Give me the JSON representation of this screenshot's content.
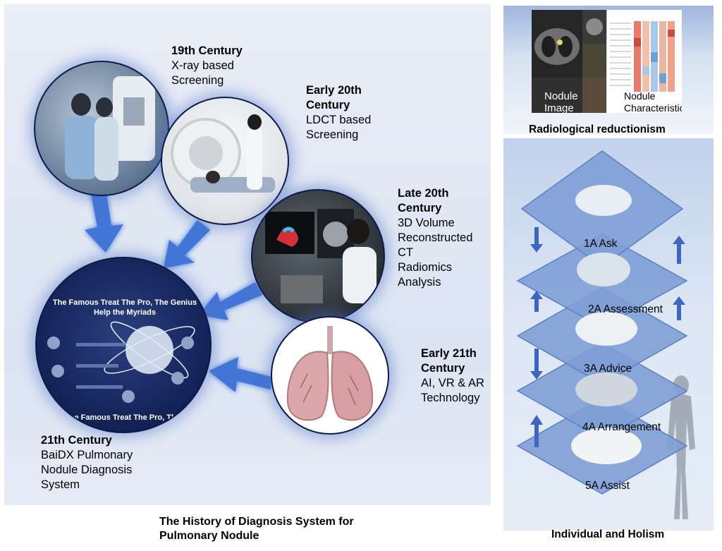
{
  "main_panel": {
    "eras": [
      {
        "heading": "19th Century",
        "lines": [
          "X-ray based",
          "Screening"
        ]
      },
      {
        "heading": "Early 20th Century",
        "heading_lines": [
          "Early 20th",
          "Century"
        ],
        "lines": [
          "LDCT based",
          "Screening"
        ]
      },
      {
        "heading": "Late 20th Century",
        "heading_lines": [
          "Late 20th",
          "Century"
        ],
        "lines": [
          "3D Volume",
          "Reconstructed",
          "CT",
          "Radiomics",
          "Analysis"
        ]
      },
      {
        "heading": "Early 21th Century",
        "heading_lines": [
          "Early 21th",
          "Century"
        ],
        "lines": [
          "AI, VR & AR",
          "Technology"
        ]
      },
      {
        "heading": "21th Century",
        "lines": [
          "BaiDX Pulmonary",
          "Nodule Diagnosis",
          "System"
        ]
      }
    ],
    "title_lines": [
      "The History of Diagnosis System for",
      "Pulmonary Nodule"
    ],
    "baidx_screen": {
      "headline": [
        "The Famous Treat The Pro, The Genius",
        "Help the Myriads"
      ],
      "footer": "The Famous Treat The Pro, The Genius"
    }
  },
  "top_panel": {
    "image_labels": [
      "Nodule",
      "Image"
    ],
    "characteristic_labels": [
      "Nodule",
      "Characteristic"
    ],
    "caption": "Radiological reductionism"
  },
  "right_panel": {
    "levels": [
      "1A Ask",
      "2A Assessment",
      "3A Advice",
      "4A Arrangement",
      "5A Assist"
    ],
    "caption": "Individual and Holism"
  },
  "colors": {
    "arrow_blue": "#3a6fd6",
    "diamond_blue": "#7f9fd6",
    "diamond_border": "#5a7fc4",
    "circle_border": "#0b1a4a",
    "screen_navy": "#14245a"
  }
}
